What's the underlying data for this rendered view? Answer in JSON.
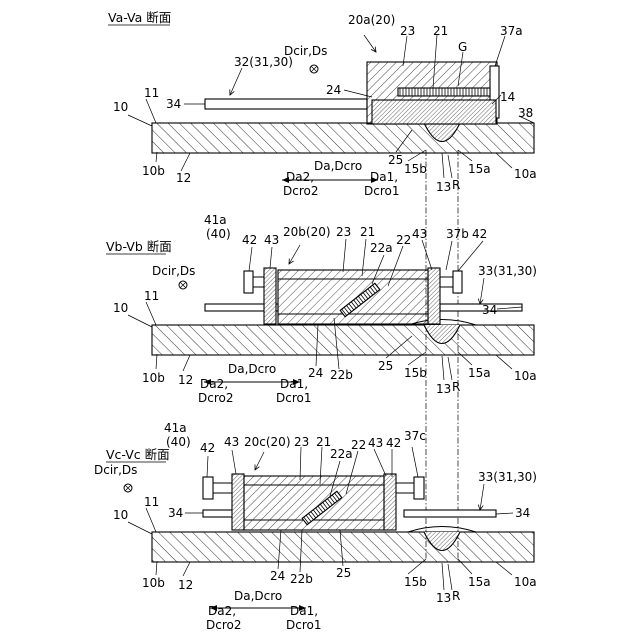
{
  "sections": [
    {
      "title": "Va-Va 断面",
      "labels": {
        "tool": "20a(20)",
        "l23": "23",
        "l21": "21",
        "lG": "G",
        "l37": "37a",
        "l32": "32(31,30)",
        "dcir": "Dcir,Ds",
        "l24": "24",
        "l14": "14",
        "l34": "34",
        "l38": "38",
        "l10": "10",
        "l11": "11",
        "l10a": "10a",
        "l10b": "10b",
        "l12": "12",
        "l25": "25",
        "l15b": "15b",
        "l15a": "15a",
        "l13": "13",
        "lR": "R",
        "da": "Da,Dcro",
        "da2": "Da2,",
        "dcro2": "Dcro2",
        "da1": "Da1,",
        "dcro1": "Dcro1"
      }
    },
    {
      "title": "Vb-Vb 断面",
      "labels": {
        "l41": "41a",
        "l40": "(40)",
        "l42a": "42",
        "l43a": "43",
        "tool": "20b(20)",
        "l23": "23",
        "l21": "21",
        "l22a": "22a",
        "l22": "22",
        "l43b": "43",
        "l37": "37b",
        "l42b": "42",
        "l33": "33(31,30)",
        "dcir": "Dcir,Ds",
        "l34": "34",
        "l10": "10",
        "l11": "11",
        "l10a": "10a",
        "l10b": "10b",
        "l12": "12",
        "l24": "24",
        "l22b": "22b",
        "l25": "25",
        "l15b": "15b",
        "l15a": "15a",
        "l13": "13",
        "lR": "R",
        "da": "Da,Dcro",
        "da2": "Da2,",
        "dcro2": "Dcro2",
        "da1": "Da1,",
        "dcro1": "Dcro1"
      }
    },
    {
      "title": "Vc-Vc 断面",
      "labels": {
        "l41": "41a",
        "l40": "(40)",
        "l42a": "42",
        "l43a": "43",
        "tool": "20c(20)",
        "l23": "23",
        "l21": "21",
        "l22a": "22a",
        "l22": "22",
        "l43b": "43",
        "l42b": "42",
        "l37": "37c",
        "dcir": "Dcir,Ds",
        "l33": "33(31,30)",
        "l34a": "34",
        "l34b": "34",
        "l10": "10",
        "l11": "11",
        "l10a": "10a",
        "l10b": "10b",
        "l12": "12",
        "l24": "24",
        "l22b": "22b",
        "l25": "25",
        "l15b": "15b",
        "l15a": "15a",
        "l13": "13",
        "lR": "R",
        "da": "Da,Dcro",
        "da2": "Da2,",
        "dcro2": "Dcro2",
        "da1": "Da1,",
        "dcro1": "Dcro1"
      }
    }
  ]
}
